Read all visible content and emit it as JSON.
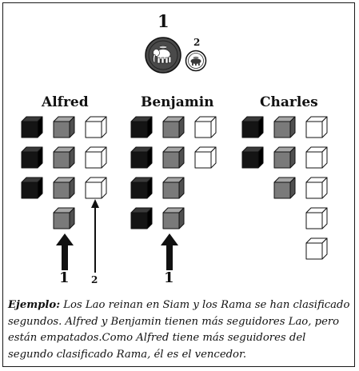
{
  "ranking": {
    "first_rank": "1",
    "second_rank": "2",
    "first_token_icon": "elephant-token-icon",
    "second_token_icon": "small-token-icon"
  },
  "players": [
    {
      "name": "Alfred",
      "rows": [
        [
          "black",
          "gray",
          "white"
        ],
        [
          "black",
          "gray",
          "white"
        ],
        [
          "black",
          "gray",
          "white"
        ],
        [
          null,
          "gray",
          null
        ]
      ]
    },
    {
      "name": "Benjamin",
      "rows": [
        [
          "black",
          "gray",
          "white"
        ],
        [
          "black",
          "gray",
          "white"
        ],
        [
          "black",
          "gray",
          null
        ],
        [
          "black",
          "gray",
          null
        ]
      ]
    },
    {
      "name": "Charles",
      "rows": [
        [
          "black",
          "gray",
          "white"
        ],
        [
          "black",
          "gray",
          "white"
        ],
        [
          null,
          "gray",
          "white"
        ],
        [
          null,
          null,
          "white"
        ],
        [
          null,
          null,
          "white"
        ]
      ]
    }
  ],
  "arrows": {
    "alfred_gray_label": "1",
    "alfred_white_label": "2",
    "benjamin_gray_label": "1"
  },
  "caption": {
    "lead": "Ejemplo:",
    "body": " Los Lao reinan en Siam y los Rama se han clasificado segundos. Alfred y Benjamin tienen más seguidores Lao, pero están empatados.Como Alfred tiene más seguidores del segundo clasificado Rama, él es el vencedor."
  },
  "colors": {
    "black_face": "#141414",
    "gray_face": "#7a7a7a",
    "white_face": "#ffffff"
  }
}
